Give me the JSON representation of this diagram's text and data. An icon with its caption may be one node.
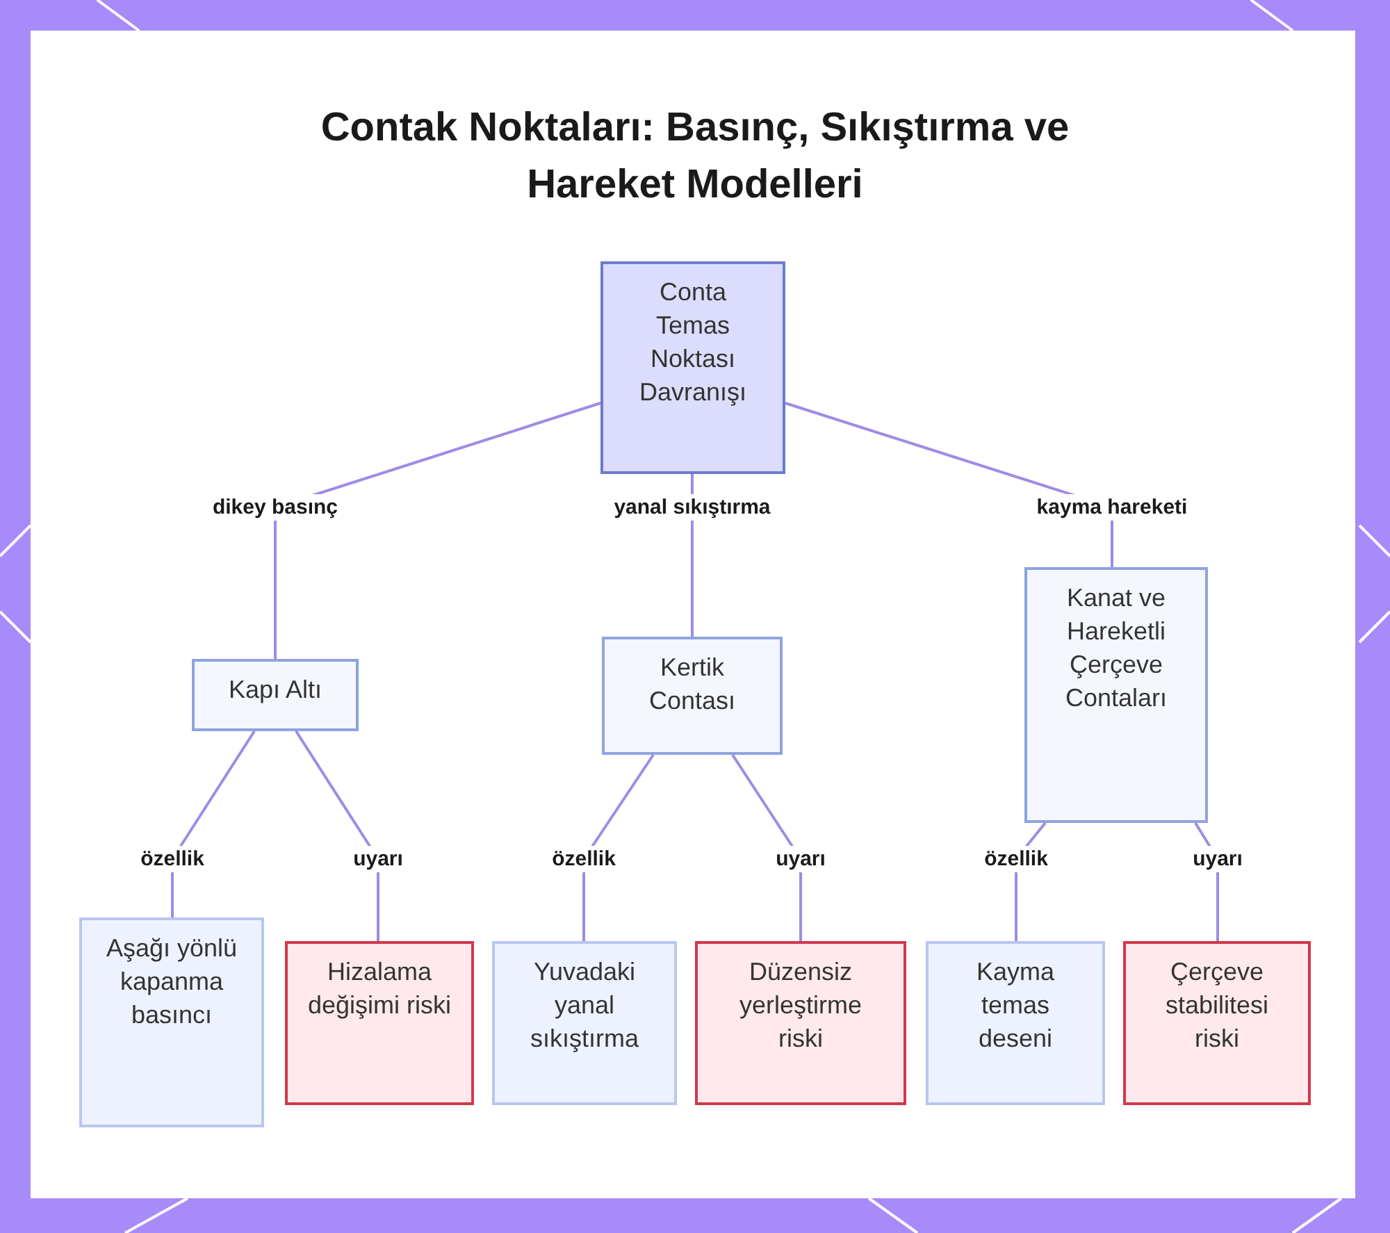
{
  "diagram": {
    "title": "Contak Noktaları: Basınç, Sıkıştırma ve Hareket Modelleri",
    "nodes": [
      {
        "text": [
          "Conta Temas Noktası Davranışı"
        ]
      },
      {
        "text": [
          "Kapı Altı"
        ]
      },
      {
        "text": [
          "Kertik Contası"
        ]
      },
      {
        "text": [
          "Kanat ve Hareketli Çerçeve Contaları"
        ]
      },
      {
        "text": [
          "Aşağı yönlü kapanma basıncı"
        ]
      },
      {
        "text": [
          "Hizalama değişimi riski"
        ]
      },
      {
        "text": [
          "Yuvadaki yanal sıkıştırma"
        ]
      },
      {
        "text": [
          "Düzensiz yerleştirme riski"
        ]
      },
      {
        "text": [
          "Kayma temas deseni"
        ]
      },
      {
        "text": [
          "Çerçeve stabilitesi riski"
        ]
      }
    ],
    "edges": [
      {
        "from": 0,
        "to": 1,
        "arrow": "none",
        "label": "dikey basınç"
      },
      {
        "from": 0,
        "to": 2,
        "arrow": "none",
        "label": "yanal sıkıştırma"
      },
      {
        "from": 0,
        "to": 3,
        "arrow": "none",
        "label": "kayma hareketi"
      },
      {
        "from": 1,
        "to": 4,
        "arrow": "none",
        "label": "özellik"
      },
      {
        "from": 1,
        "to": 5,
        "arrow": "none",
        "label": "uyarı"
      },
      {
        "from": 2,
        "to": 6,
        "arrow": "none",
        "label": "özellik"
      },
      {
        "from": 2,
        "to": 7,
        "arrow": "none",
        "label": "uyarı"
      },
      {
        "from": 3,
        "to": 8,
        "arrow": "none",
        "label": "özellik"
      },
      {
        "from": 3,
        "to": 9,
        "arrow": "none",
        "label": "uyarı"
      }
    ]
  }
}
